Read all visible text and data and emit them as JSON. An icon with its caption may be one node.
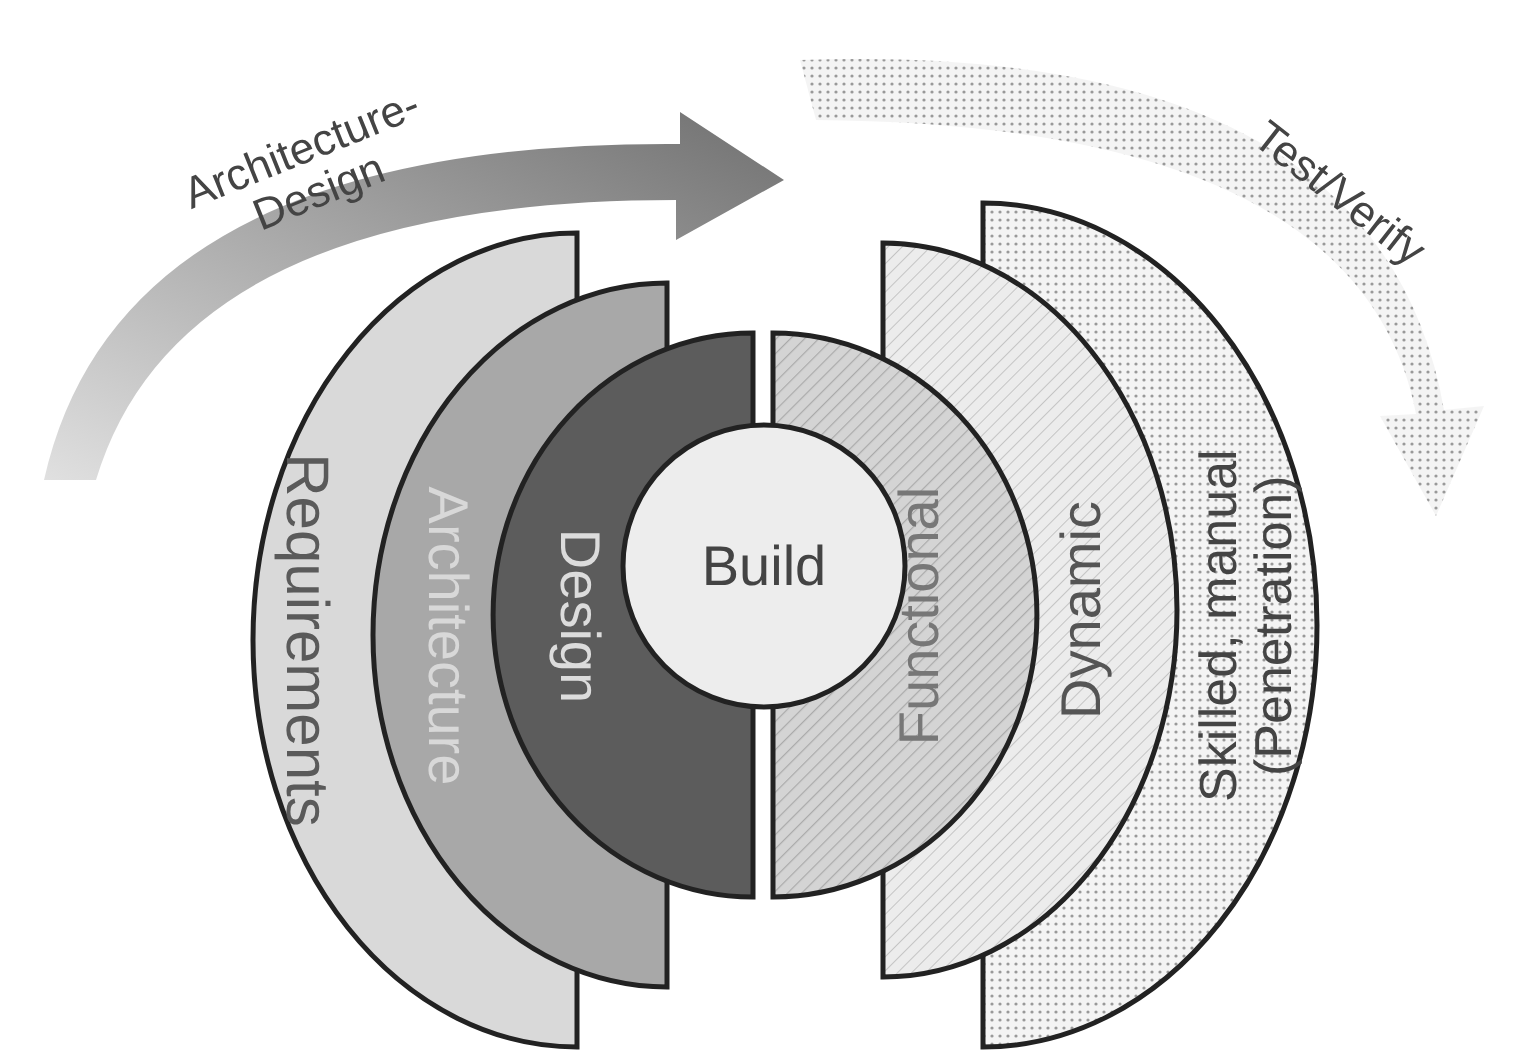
{
  "diagram": {
    "nodes": [
      {
        "text": [
          "Requirements"
        ]
      },
      {
        "text": [
          "Architecture"
        ]
      },
      {
        "text": [
          "Design"
        ]
      },
      {
        "text": [
          "Build"
        ]
      },
      {
        "text": [
          "Functional"
        ]
      },
      {
        "text": [
          "Dynamic"
        ]
      },
      {
        "text": [
          "Skilled, manual (Penetration)"
        ]
      }
    ],
    "edges": [],
    "labels": [
      "Architecture-Design",
      "Test/Verify"
    ]
  }
}
